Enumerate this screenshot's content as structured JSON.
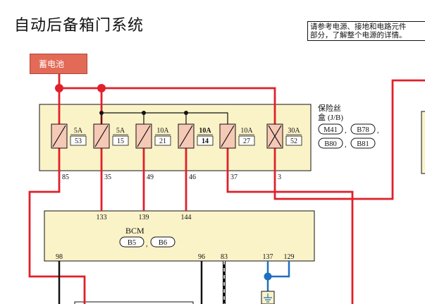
{
  "title": "自动后备箱门系统",
  "note": {
    "line1": "请参考电源、接地和电路元件",
    "line2": "部分，了解整个电源的详情。"
  },
  "battery": {
    "label": "蓄电池"
  },
  "fuse_box": {
    "label_line1": "保险丝",
    "label_line2": "盒",
    "label_suffix": "(J/B)",
    "connectors": [
      "M41",
      "B78",
      "B80",
      "B81"
    ],
    "fuses": [
      {
        "rating": "5A",
        "number": "53",
        "pin": "85",
        "bold": false,
        "type": "fuse"
      },
      {
        "rating": "5A",
        "number": "15",
        "pin": "35",
        "bold": false,
        "type": "fuse"
      },
      {
        "rating": "10A",
        "number": "21",
        "pin": "49",
        "bold": false,
        "type": "fuse"
      },
      {
        "rating": "10A",
        "number": "14",
        "pin": "46",
        "bold": true,
        "type": "fuse"
      },
      {
        "rating": "10A",
        "number": "27",
        "pin": "37",
        "bold": false,
        "type": "fuse"
      },
      {
        "rating": "30A",
        "number": "52",
        "pin": "3",
        "bold": false,
        "type": "fusible-link"
      }
    ]
  },
  "bcm": {
    "label": "BCM",
    "connectors": [
      "B5",
      "B6"
    ],
    "top_pins": [
      "133",
      "139",
      "144"
    ],
    "bottom_pins": [
      "98",
      "96",
      "83",
      "137",
      "129"
    ]
  },
  "colors": {
    "power_wire": "#e0202a",
    "signal_wire": "#1f6fc0",
    "box_fill": "#fbf3c8",
    "fuse_fill": "#f6c9b6",
    "battery_fill": "#e26a57"
  }
}
